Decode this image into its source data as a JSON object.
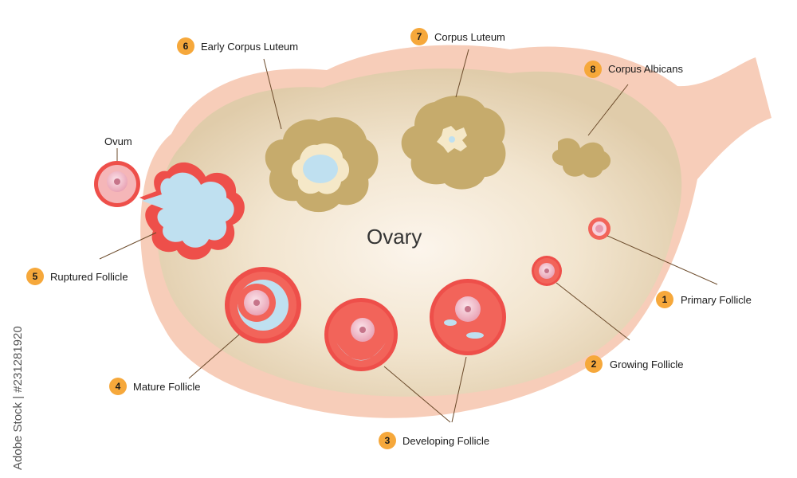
{
  "diagram": {
    "center_label": "Ovary",
    "credit_text": "Adobe Stock | #231281920",
    "labels": {
      "ovum": "Ovum",
      "primary_follicle": "Primary Follicle",
      "growing_follicle": "Growing Follicle",
      "developing_follicle": "Developing Follicle",
      "mature_follicle": "Mature Follicle",
      "ruptured_follicle": "Ruptured Follicle",
      "early_corpus_luteum": "Early Corpus Luteum",
      "corpus_luteum": "Corpus Luteum",
      "corpus_albicans": "Corpus Albicans"
    },
    "badges": {
      "primary_follicle": "1",
      "growing_follicle": "2",
      "developing_follicle": "3",
      "mature_follicle": "4",
      "ruptured_follicle": "5",
      "early_corpus_luteum": "6",
      "corpus_luteum": "7",
      "corpus_albicans": "8"
    },
    "colors": {
      "outer_tissue": "#f7cdb9",
      "ovary_body": "#e0ccaa",
      "ovary_center": "#fbf1e4",
      "follicle_red": "#f2645a",
      "follicle_dot": "#ee4f4a",
      "fluid_blue": "#bfe0f0",
      "ovum_pink": "#efb3c1",
      "corpus_brown": "#c6ab6c",
      "badge_orange": "#f6a83b"
    }
  }
}
